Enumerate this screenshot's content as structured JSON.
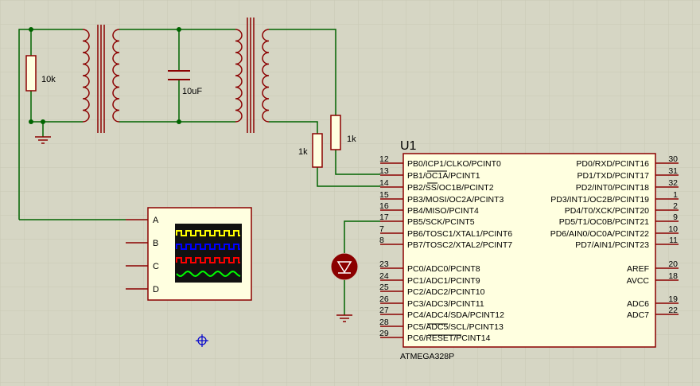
{
  "colors": {
    "grid": "#c9c9b6",
    "wire": "#006400",
    "component": "#8b0000",
    "body_fill": "#ffffe0",
    "scope_fill": "#ffffe0"
  },
  "labels": {
    "r1": "10k",
    "c1": "10uF",
    "r2": "1k",
    "r3": "1k",
    "u1_ref": "U1",
    "u1_part": "ATMEGA328P"
  },
  "mcu_left_pins": [
    {
      "num": "12",
      "label": "PB0/ICP1/CLKO/PCINT0"
    },
    {
      "num": "13",
      "label": "PB1/OC1A/PCINT1"
    },
    {
      "num": "14",
      "label": "PB2/SS/OC1B/PCINT2"
    },
    {
      "num": "15",
      "label": "PB3/MOSI/OC2A/PCINT3"
    },
    {
      "num": "16",
      "label": "PB4/MISO/PCINT4"
    },
    {
      "num": "17",
      "label": "PB5/SCK/PCINT5"
    },
    {
      "num": "7",
      "label": "PB6/TOSC1/XTAL1/PCINT6"
    },
    {
      "num": "8",
      "label": "PB7/TOSC2/XTAL2/PCINT7"
    },
    {
      "num": "23",
      "label": "PC0/ADC0/PCINT8"
    },
    {
      "num": "24",
      "label": "PC1/ADC1/PCINT9"
    },
    {
      "num": "25",
      "label": "PC2/ADC2/PCINT10"
    },
    {
      "num": "26",
      "label": "PC3/ADC3/PCINT11"
    },
    {
      "num": "27",
      "label": "PC4/ADC4/SDA/PCINT12"
    },
    {
      "num": "28",
      "label": "PC5/ADC5/SCL/PCINT13"
    },
    {
      "num": "29",
      "label": "PC6/RESET/PCINT14"
    }
  ],
  "mcu_right_pins": [
    {
      "num": "30",
      "label": "PD0/RXD/PCINT16"
    },
    {
      "num": "31",
      "label": "PD1/TXD/PCINT17"
    },
    {
      "num": "32",
      "label": "PD2/INT0/PCINT18"
    },
    {
      "num": "1",
      "label": "PD3/INT1/OC2B/PCINT19"
    },
    {
      "num": "2",
      "label": "PD4/T0/XCK/PCINT20"
    },
    {
      "num": "9",
      "label": "PD5/T1/OC0B/PCINT21"
    },
    {
      "num": "10",
      "label": "PD6/AIN0/OC0A/PCINT22"
    },
    {
      "num": "11",
      "label": "PD7/AIN1/PCINT23"
    },
    {
      "num": "20",
      "label": "AREF"
    },
    {
      "num": "18",
      "label": "AVCC"
    },
    {
      "num": "19",
      "label": "ADC6"
    },
    {
      "num": "22",
      "label": "ADC7"
    }
  ],
  "scope": {
    "channels": [
      "A",
      "B",
      "C",
      "D"
    ],
    "trace_colors": [
      "#ffff00",
      "#0000ff",
      "#ff0000",
      "#00ff00"
    ]
  }
}
